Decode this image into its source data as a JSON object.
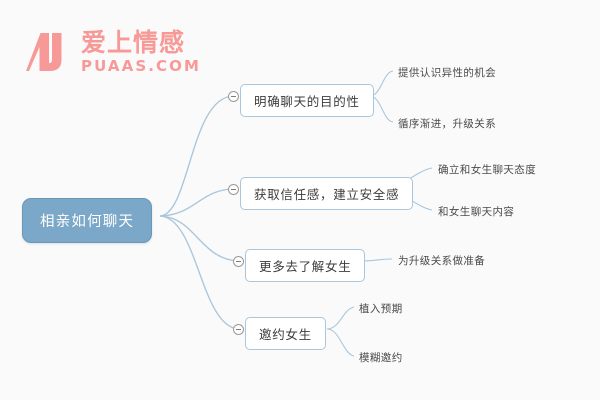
{
  "background_color": "#fafafa",
  "logo": {
    "mark_name": "puaas-logo-mark",
    "brand_cn": "爱上情感",
    "brand_en": "PUAAS.COM",
    "color": "#f79a97"
  },
  "mindmap": {
    "root": {
      "label": "相亲如何聊天",
      "fill": "#7ba7c8",
      "text_color": "#ffffff"
    },
    "connector_color": "#a9c6dc",
    "branches": [
      {
        "label": "明确聊天的目的性",
        "toggle_state": "expanded",
        "children": [
          {
            "label": "提供认识异性的机会"
          },
          {
            "label": "循序渐进，升级关系"
          }
        ]
      },
      {
        "label": "获取信任感，建立安全感",
        "toggle_state": "expanded",
        "children": [
          {
            "label": "确立和女生聊天态度"
          },
          {
            "label": "和女生聊天内容"
          }
        ]
      },
      {
        "label": "更多去了解女生",
        "toggle_state": "expanded",
        "children": [
          {
            "label": "为升级关系做准备"
          }
        ]
      },
      {
        "label": "邀约女生",
        "toggle_state": "expanded",
        "children": [
          {
            "label": "植入预期"
          },
          {
            "label": "模糊邀约"
          }
        ]
      }
    ]
  }
}
